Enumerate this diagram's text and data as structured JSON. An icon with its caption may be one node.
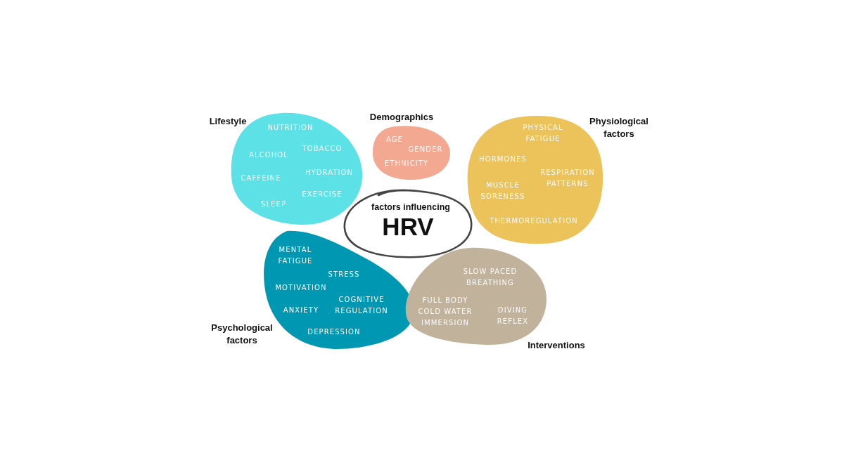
{
  "diagram": {
    "nodes": [
      {
        "text": [
          "Lifestyle",
          "NUTRITION",
          "ALCOHOL",
          "TOBACCO",
          "HYDRATION",
          "CAFFEINE",
          "EXERCISE",
          "SLEEP"
        ]
      },
      {
        "text": [
          "Demographics",
          "AGE",
          "GENDER",
          "ETHNICITY"
        ]
      },
      {
        "text": [
          "Physiological factors",
          "PHYSICAL FATIGUE",
          "HORMONES",
          "RESPIRATION PATTERNS",
          "MUSCLE SORENESS",
          "THERMOREGULATION"
        ]
      },
      {
        "text": [
          "factors influencing",
          "HRV"
        ]
      },
      {
        "text": [
          "Psychological factors",
          "MENTAL FATIGUE",
          "STRESS",
          "MOTIVATION",
          "ANXIETY",
          "COGNITIVE REGULATION",
          "DEPRESSION"
        ]
      },
      {
        "text": [
          "Interventions",
          "SLOW PACED BREATHING",
          "FULL BODY COLD WATER IMMERSION",
          "DIVING REFLEX"
        ]
      }
    ]
  }
}
